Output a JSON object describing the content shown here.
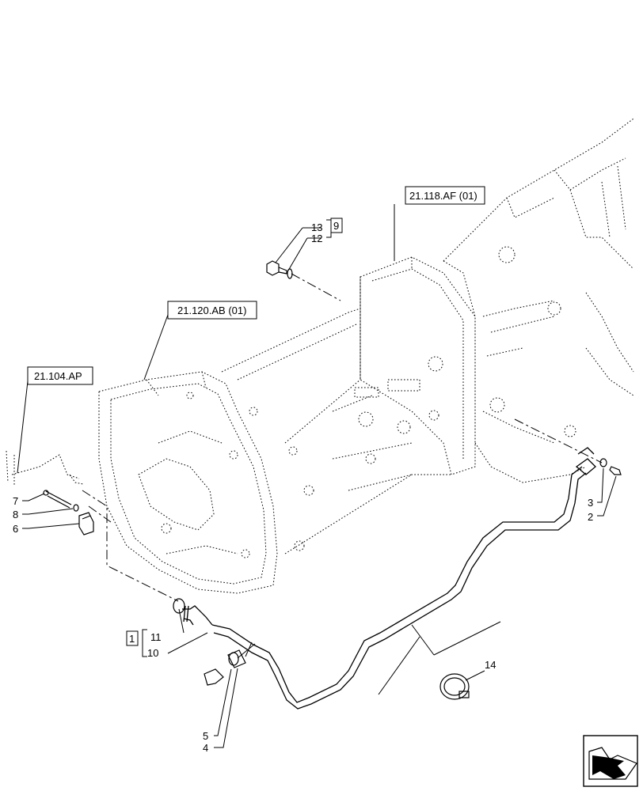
{
  "references": {
    "r1": "21.118.AF (01)",
    "r2": "21.120.AB (01)",
    "r3": "21.104.AP"
  },
  "callouts": {
    "c1": "1",
    "c2": "2",
    "c3": "3",
    "c4": "4",
    "c5": "5",
    "c6": "6",
    "c7": "7",
    "c8": "8",
    "c9": "9",
    "c10": "10",
    "c11": "11",
    "c12": "12",
    "c13": "13",
    "c14": "14"
  },
  "nav_icon": "next-page-arrow-icon"
}
